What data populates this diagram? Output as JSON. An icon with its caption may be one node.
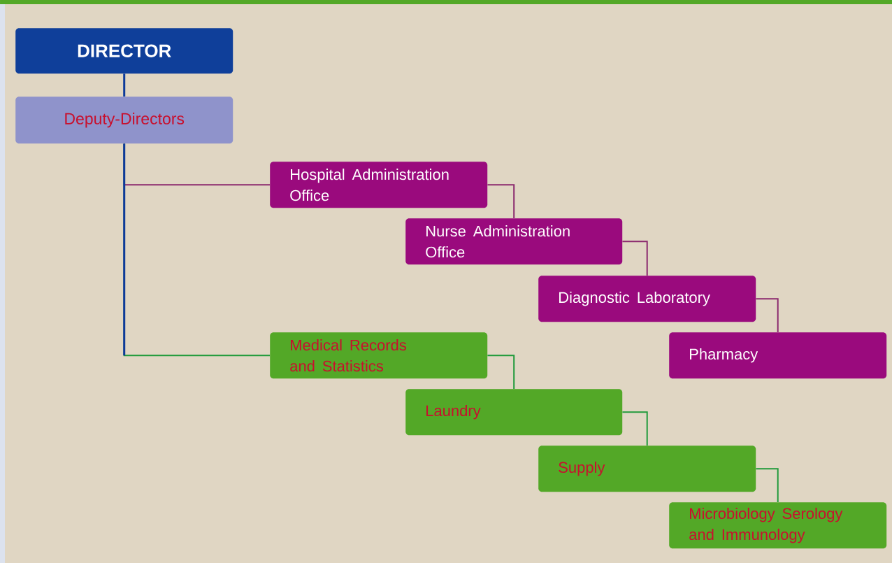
{
  "diagram": {
    "nodes": [
      {
        "text": [
          "DIRECTOR"
        ]
      },
      {
        "text": [
          "Deputy-Directors"
        ]
      },
      {
        "text": [
          "Hospital Administration Office"
        ]
      },
      {
        "text": [
          "Nurse Administration Office"
        ]
      },
      {
        "text": [
          "Diagnostic Laboratory"
        ]
      },
      {
        "text": [
          "Pharmacy"
        ]
      },
      {
        "text": [
          "Medical Records and Statistics"
        ]
      },
      {
        "text": [
          "Laundry"
        ]
      },
      {
        "text": [
          "Supply"
        ]
      },
      {
        "text": [
          "Microbiology Serology and Immunology"
        ]
      }
    ],
    "edges": [
      {
        "from": 0,
        "to": 1,
        "arrow": "none",
        "color": "#0d3a9a"
      },
      {
        "from": 1,
        "to": 2,
        "arrow": "none",
        "color": "#8b2a6e"
      },
      {
        "from": 2,
        "to": 3,
        "arrow": "none",
        "color": "#8b2a6e"
      },
      {
        "from": 3,
        "to": 4,
        "arrow": "none",
        "color": "#8b2a6e"
      },
      {
        "from": 4,
        "to": 5,
        "arrow": "none",
        "color": "#8b2a6e"
      },
      {
        "from": 1,
        "to": 6,
        "arrow": "none",
        "color": "#1f9a3a"
      },
      {
        "from": 6,
        "to": 7,
        "arrow": "none",
        "color": "#1f9a3a"
      },
      {
        "from": 7,
        "to": 8,
        "arrow": "none",
        "color": "#1f9a3a"
      },
      {
        "from": 8,
        "to": 9,
        "arrow": "none",
        "color": "#1f9a3a"
      }
    ]
  }
}
